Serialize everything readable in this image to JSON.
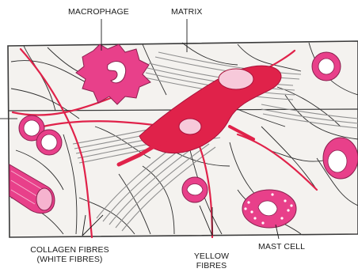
{
  "labels": {
    "macrophage": "MACROPHAGE",
    "matrix": "MATRIX",
    "collagen_line1": "COLLAGEN FIBRES",
    "collagen_line2": "(WHITE FIBRES)",
    "yellow_line1": "YELLOW",
    "yellow_line2": "FIBRES",
    "mast_cell": "MAST CELL"
  },
  "colors": {
    "background": "#ffffff",
    "matrix_fill": "#f3f1ee",
    "outline": "#3a3a3a",
    "cell_pink": "#e8408a",
    "cell_light_pink": "#f6b3cf",
    "yellow_fibre_red": "#e0224a",
    "collagen_grey": "#9a9a9a"
  }
}
